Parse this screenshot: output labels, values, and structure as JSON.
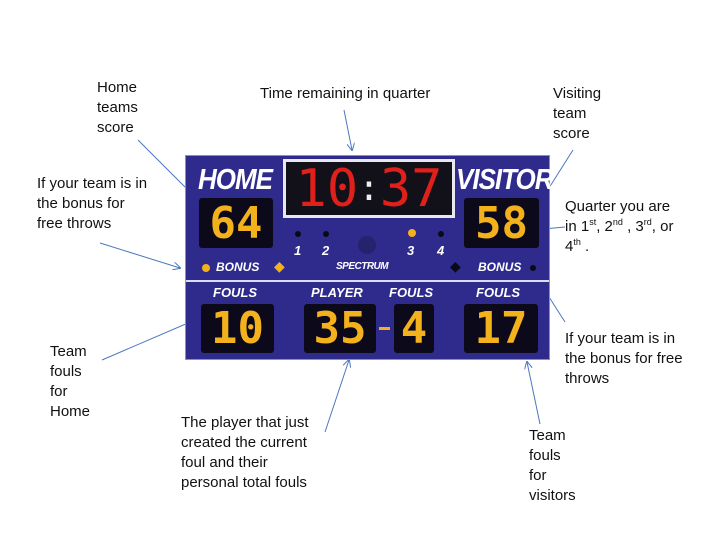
{
  "annotations": {
    "home_score": [
      "Home",
      "teams",
      "score"
    ],
    "time_remaining": "Time remaining in quarter",
    "visitor_score": [
      "Visiting",
      "team",
      "score"
    ],
    "home_bonus": [
      "If your team is in",
      "the bonus for",
      "free throws"
    ],
    "quarter": {
      "line1": "Quarter you are",
      "prefix": "in 1",
      "q1": "st",
      "sep1": ", 2",
      "q2": "nd",
      "sep2": " , 3",
      "q3": "rd",
      "sep3": ", or",
      "line3": "4",
      "q4": "th",
      "end": " ."
    },
    "visitor_bonus": [
      "If your team is in",
      "the bonus for free",
      "throws"
    ],
    "home_fouls": [
      "Team",
      "fouls",
      "for",
      "Home"
    ],
    "player": [
      "The player that just",
      "created the current",
      "foul and their",
      "personal total fouls"
    ],
    "visitor_fouls": [
      "Team",
      "fouls",
      "for",
      "visitors"
    ]
  },
  "scoreboard": {
    "home_label": "HOME",
    "visitor_label": "VISITOR",
    "clock_minutes": "10",
    "clock_seconds": "37",
    "home_score": "64",
    "visitor_score": "58",
    "quarters": [
      "1",
      "2",
      "3",
      "4"
    ],
    "active_quarter": 3,
    "bonus_label": "BONUS",
    "brand": "SPECTRUM",
    "home_fouls_label": "FOULS",
    "player_label": "PLAYER",
    "player_fouls_label": "FOULS",
    "visitor_fouls_label": "FOULS",
    "home_fouls": "10",
    "player_number": "35",
    "player_fouls": "4",
    "visitor_fouls": "17",
    "home_bonus_on": true,
    "visitor_bonus_on": false,
    "colors": {
      "board": "#2f2b8c",
      "digit": "#f3b11c",
      "clock": "#e0201a",
      "arrow": "#4a78c0"
    }
  }
}
